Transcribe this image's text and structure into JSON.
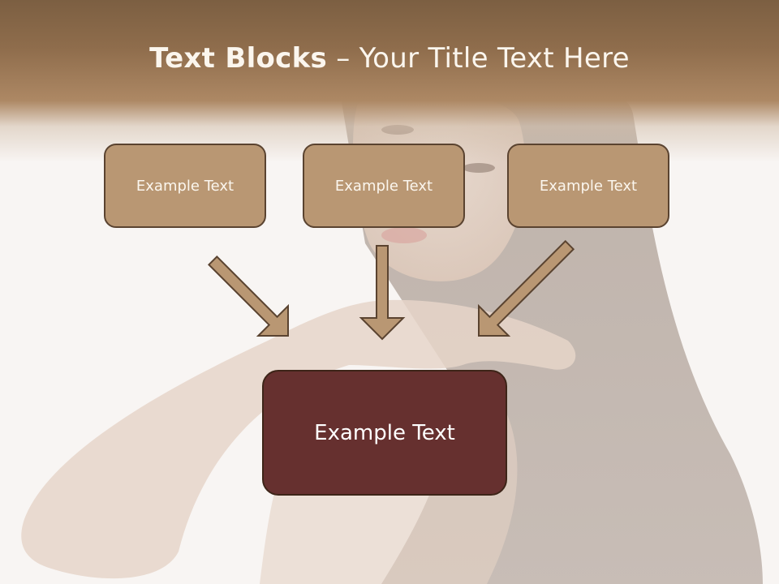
{
  "slide": {
    "title_bold": "Text Blocks",
    "title_rest": " – Your Title Text Here",
    "boxes": {
      "left": "Example Text",
      "center": "Example Text",
      "right": "Example Text",
      "bottom": "Example Text"
    }
  },
  "colors": {
    "header": "#9a7652",
    "box_fill": "#b99773",
    "box_border": "#5a4330",
    "main_box_fill": "#66302f",
    "arrow_fill": "#b99773"
  }
}
